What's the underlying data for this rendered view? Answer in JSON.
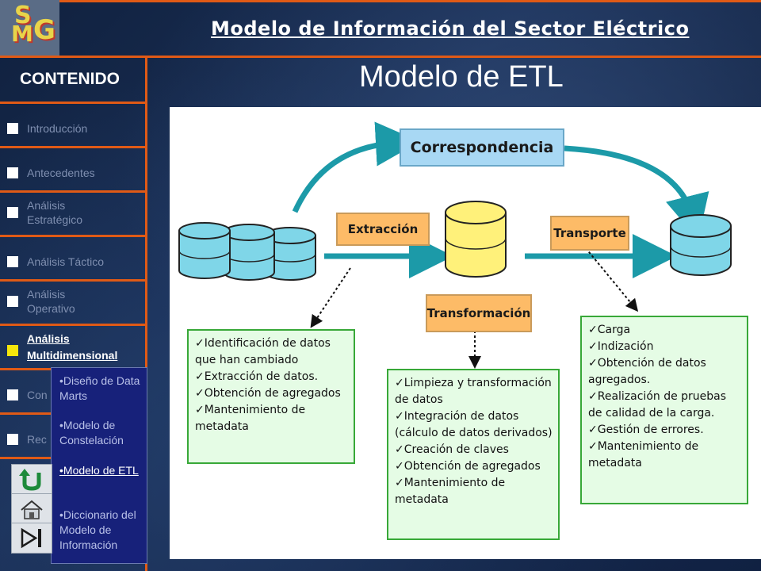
{
  "header": {
    "title": "Modelo de Información del Sector Eléctrico",
    "logo_letters": [
      "S",
      "M",
      "G"
    ]
  },
  "sidebar": {
    "heading": "CONTENIDO",
    "items": [
      {
        "label": "Introducción"
      },
      {
        "label": "Antecedentes"
      },
      {
        "label": "Análisis Estratégico"
      },
      {
        "label": "Análisis Táctico"
      },
      {
        "label": "Análisis Operativo"
      },
      {
        "label": "Análisis Multidimensional"
      },
      {
        "label": "Con"
      },
      {
        "label": "Rec"
      }
    ],
    "submenu": [
      {
        "label": "•Diseño de Data Marts"
      },
      {
        "label": "•Modelo de Constelación"
      },
      {
        "label": "•Modelo de ETL"
      },
      {
        "label": "•Diccionario del Modelo de Información"
      }
    ]
  },
  "slide": {
    "title": "Modelo de ETL"
  },
  "diagram": {
    "correspondencia": "Correspondencia",
    "extraccion": "Extracción",
    "transporte": "Transporte",
    "transformacion": "Transformación",
    "box_left": [
      "✓Identificación de datos que han cambiado",
      "✓Extracción de datos.",
      "✓Obtención de agregados",
      "✓Mantenimiento de metadata"
    ],
    "box_middle": [
      "✓Limpieza y transformación de datos",
      "✓Integración de datos (cálculo de datos derivados)",
      "✓Creación de claves",
      "✓Obtención de agregados",
      "✓Mantenimiento de metadata"
    ],
    "box_right": [
      "✓Carga",
      "✓Indización",
      "✓Obtención de datos agregados.",
      "✓Realización de pruebas de calidad de la carga.",
      "✓Gestión de errores.",
      "✓Mantenimiento de metadata"
    ],
    "colors": {
      "arrow": "#1c9aa8",
      "cyl_blue": "#7fd6e8",
      "cyl_yellow": "#fff17a",
      "box_orange": "#fdbb67",
      "box_blue": "#a8d8f4",
      "box_green": "#e5fce5"
    }
  }
}
